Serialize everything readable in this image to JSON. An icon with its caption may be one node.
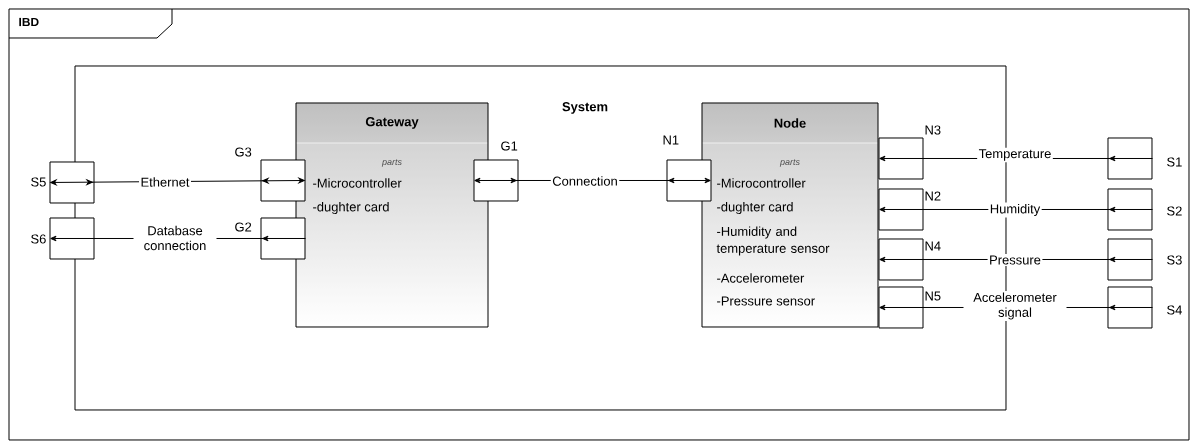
{
  "diagram": {
    "nodes": [
      {
        "text": [
          "IBD"
        ]
      },
      {
        "text": [
          "System"
        ],
        "in": 0
      },
      {
        "text": [
          "Gateway",
          "parts",
          "-Microcontroller",
          "-dughter card"
        ],
        "in": 1
      },
      {
        "text": [
          "Node",
          "parts",
          "-Microcontroller",
          "-dughter card",
          "-Humidity and temperature sensor",
          "-Accelerometer",
          "-Pressure sensor"
        ],
        "in": 1
      },
      {
        "text": [],
        "shape": "box",
        "beside": [
          "S5"
        ],
        "in": 0
      },
      {
        "text": [],
        "shape": "box",
        "beside": [
          "S6"
        ],
        "in": 0
      },
      {
        "text": [],
        "shape": "box",
        "beside": [
          "G3"
        ],
        "in": 1
      },
      {
        "text": [],
        "shape": "box",
        "beside": [
          "G2"
        ],
        "in": 1
      },
      {
        "text": [],
        "shape": "box",
        "beside": [
          "G1"
        ],
        "in": 1
      },
      {
        "text": [],
        "shape": "box",
        "beside": [
          "N1"
        ],
        "in": 1
      },
      {
        "text": [],
        "shape": "box",
        "beside": [
          "N3"
        ],
        "in": 1
      },
      {
        "text": [],
        "shape": "box",
        "beside": [
          "N2"
        ],
        "in": 1
      },
      {
        "text": [],
        "shape": "box",
        "beside": [
          "N4"
        ],
        "in": 1
      },
      {
        "text": [],
        "shape": "box",
        "beside": [
          "N5"
        ],
        "in": 1
      },
      {
        "text": [],
        "shape": "box",
        "beside": [
          "S1"
        ],
        "in": 0
      },
      {
        "text": [],
        "shape": "box",
        "beside": [
          "S2"
        ],
        "in": 0
      },
      {
        "text": [],
        "shape": "box",
        "beside": [
          "S3"
        ],
        "in": 0
      },
      {
        "text": [],
        "shape": "box",
        "beside": [
          "S4"
        ],
        "in": 0
      }
    ],
    "edges": [
      {
        "from": 4,
        "to": 6,
        "arrow": "both",
        "label": "Ethernet"
      },
      {
        "from": 7,
        "to": 5,
        "arrow": "to",
        "label": "Database connection"
      },
      {
        "from": 8,
        "to": 9,
        "arrow": "both",
        "label": "Connection"
      },
      {
        "from": 14,
        "to": 10,
        "arrow": "to",
        "label": "Temperature"
      },
      {
        "from": 15,
        "to": 11,
        "arrow": "to",
        "label": "Humidity"
      },
      {
        "from": 16,
        "to": 12,
        "arrow": "to",
        "label": "Pressure"
      },
      {
        "from": 17,
        "to": 13,
        "arrow": "to",
        "label": "Accelerometer signal"
      }
    ]
  }
}
